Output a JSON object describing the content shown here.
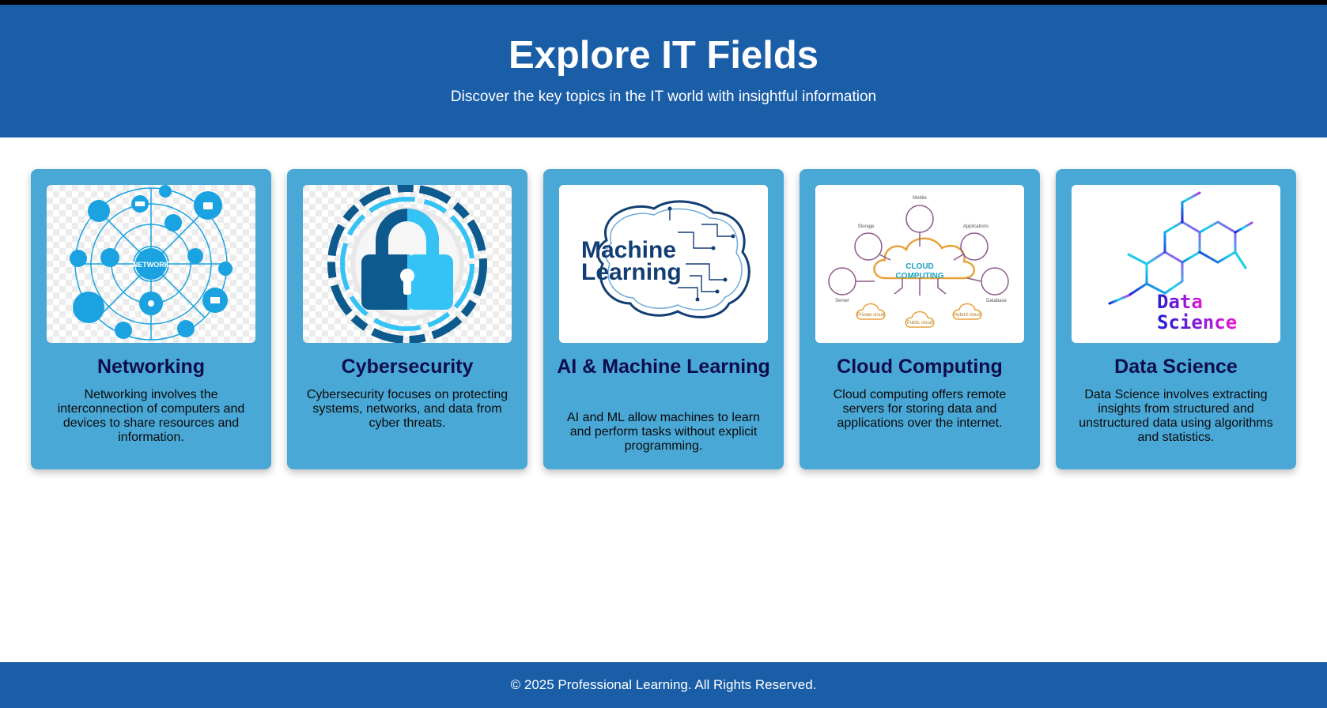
{
  "header": {
    "title": "Explore IT Fields",
    "subtitle": "Discover the key topics in the IT world with insightful information"
  },
  "cards": [
    {
      "title": "Networking",
      "description": "Networking involves the interconnection of computers and devices to share resources and information.",
      "image_icon": "network-diagram-icon",
      "image_text": "NETWORK"
    },
    {
      "title": "Cybersecurity",
      "description": "Cybersecurity focuses on protecting systems, networks, and data from cyber threats.",
      "image_icon": "padlock-icon"
    },
    {
      "title": "AI & Machine Learning",
      "description": "AI and ML allow machines to learn and perform tasks without explicit programming.",
      "image_icon": "circuit-brain-icon",
      "image_text_line1": "Machine",
      "image_text_line2": "Learning"
    },
    {
      "title": "Cloud Computing",
      "description": "Cloud computing offers remote servers for storing data and applications over the internet.",
      "image_icon": "cloud-diagram-icon",
      "image_text_line1": "CLOUD",
      "image_text_line2": "COMPUTING",
      "image_labels": {
        "mobile": "Mobile",
        "storage": "Storage",
        "applications": "Applications",
        "server": "Server",
        "database": "Database",
        "private": "Private cloud",
        "public": "Public cloud",
        "hybrid": "Hybrid cloud"
      }
    },
    {
      "title": "Data Science",
      "description": "Data Science involves extracting insights from structured and unstructured data using algorithms and statistics.",
      "image_icon": "molecule-structure-icon",
      "image_text_line1": "Data",
      "image_text_line2": "Science"
    }
  ],
  "footer": {
    "text": "© 2025 Professional Learning. All Rights Reserved."
  },
  "colors": {
    "header_bg": "#1a5ea8",
    "card_bg": "#4aa8d6",
    "card_title": "#0d0d4d",
    "footer_bg": "#1a5ea8"
  }
}
